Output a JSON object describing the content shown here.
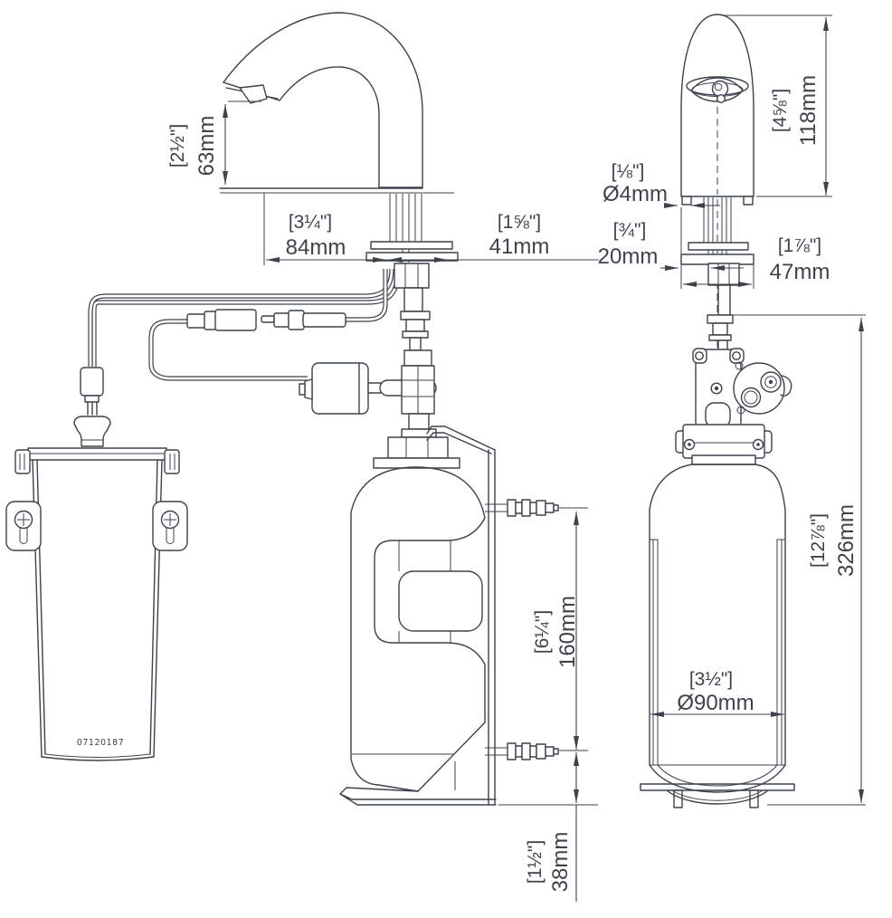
{
  "drawing": {
    "part_number": "07120187",
    "dims": {
      "spout_height": {
        "inch": "[2½\"]",
        "mm": "63mm"
      },
      "spout_reach": {
        "inch": "[3¼\"]",
        "mm": "84mm"
      },
      "shank_offset": {
        "inch": "[1⅝\"]",
        "mm": "41mm"
      },
      "body_height": {
        "inch": "[4⅝\"]",
        "mm": "118mm"
      },
      "sensor_hole": {
        "inch": "[⅛\"]",
        "mm": "Ø4mm"
      },
      "tube_group_width": {
        "inch": "[¾\"]",
        "mm": "20mm"
      },
      "flange_width": {
        "inch": "[1⅞\"]",
        "mm": "47mm"
      },
      "barb_spacing": {
        "inch": "[6¼\"]",
        "mm": "160mm"
      },
      "bracket_offset": {
        "inch": "[1½\"]",
        "mm": "38mm"
      },
      "overall_height": {
        "inch": "[12⅞\"]",
        "mm": "326mm"
      },
      "bottle_diameter": {
        "inch": "[3½\"]",
        "mm": "Ø90mm"
      }
    },
    "colors": {
      "line": "#3d424c",
      "background": "#ffffff"
    }
  }
}
